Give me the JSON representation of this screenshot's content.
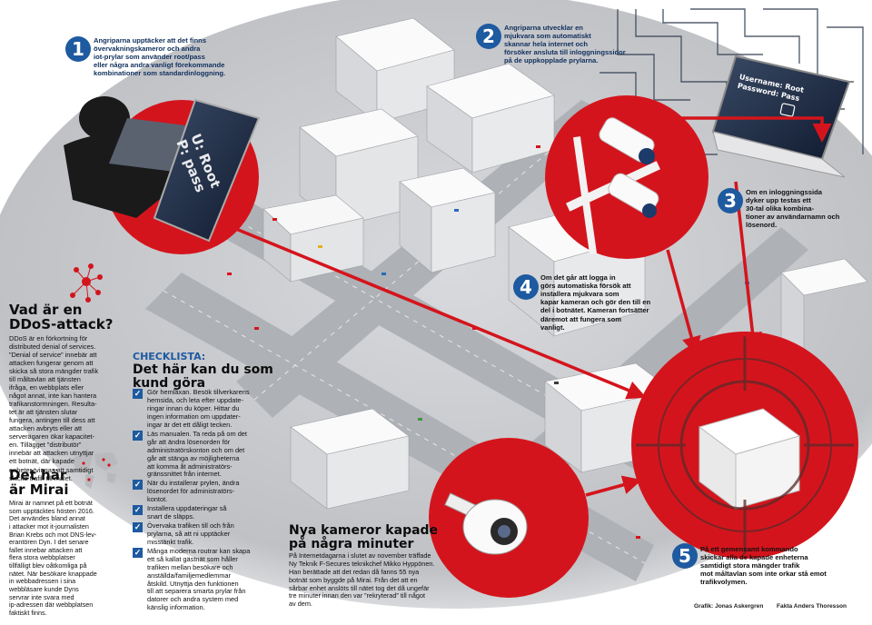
{
  "steps": [
    {
      "num": "1",
      "lines": [
        "Angriparna upptäcker att det finns",
        "övervakningskameror och andra",
        "iot-prylar som använder root/pass",
        "eller några andra vanligt förekommande",
        "kombinationer som standardinloggning."
      ]
    },
    {
      "num": "2",
      "lines": [
        "Angriparna utvecklar en",
        "mjukvara som automatiskt",
        "skannar hela internet och",
        "försöker ansluta till inloggningssidor",
        "på de uppkopplade prylarna."
      ]
    },
    {
      "num": "3",
      "lines": [
        "Om en inloggningssida",
        "dyker upp testas ett",
        "30-tal olika kombina-",
        "tioner av användarnamn och",
        "lösenord."
      ]
    },
    {
      "num": "4",
      "lines": [
        "Om det går att logga in",
        "görs automatiska försök att",
        "installera mjukvara som",
        "kapar kameran och gör den till en",
        "del i botnätet. Kameran fortsätter",
        "däremot att fungera som",
        "vanligt."
      ]
    },
    {
      "num": "5",
      "lines": [
        "På ett gemensamt kommando",
        "skickar alla de kapade enheterna",
        "samtidigt stora mängder trafik",
        "mot måltavlan som inte orkar stå emot",
        "trafikvolymen."
      ]
    }
  ],
  "laptop_screen": {
    "line1": "Username: Root",
    "line2": "Password: Pass"
  },
  "attacker_screen": {
    "line1": "U: Root",
    "line2": "P: pass"
  },
  "ddos": {
    "heading": [
      "Vad är en",
      "DDoS-attack?"
    ],
    "body": [
      "DDoS är en förkortning för",
      "distributed denial of services.",
      "”Denial of service” innebär att",
      "attacken fungerar genom att",
      "skicka så stora mängder trafik",
      "till måltavlan att tjänsten",
      "ifråga, en webbplats eller",
      "något annat, inte kan hantera",
      "trafikanstormningen. Resulta-",
      "tet är att tjänsten slutar",
      "fungera, antingen till dess att",
      "attacken avbryts eller att",
      "serverägaren ökar kapacitet-",
      "en. Tillägget ”distributör”",
      "innebär att attacken utnyttjar",
      "ett botnät, där kapade",
      "enheter tvingas att samtidigt",
      "skicka trafik till målet."
    ]
  },
  "mirai": {
    "heading": [
      "Det här",
      "är Mirai"
    ],
    "body": [
      "Mirai är namnet på ett botnät",
      "som upptäcktes hösten 2016.",
      "Det användes bland annat",
      "i attacker mot it-journalisten",
      "Brian Krebs och mot DNS-lev-",
      "erantören Dyn. I det senare",
      "fallet innebar attacken att",
      "flera stora webbplatser",
      "tillfälligt blev oåtkomliga på",
      "nätet. När besökare knappade",
      "in webbadressen i sina",
      "webbläsare kunde Dyns",
      "servrar inte svara med",
      "ip-adressen där webbplatsen",
      "faktiskt finns."
    ]
  },
  "checklist": {
    "label": "CHECKLISTA:",
    "heading": [
      "Det här kan du som",
      "kund göra"
    ],
    "items": [
      [
        "Gör hemläxan. Besök tillverkarens",
        "hemsida, och leta efter uppdate-",
        "ringar innan du köper. Hittar du",
        "ingen information om uppdater-",
        "ingar är det ett dåligt tecken."
      ],
      [
        "Läs manualen. Ta reda på om det",
        "går att ändra lösenorden för",
        "administratörskonton och om det",
        "går att stänga av möjligheterna",
        "att komma åt administratörs-",
        "gränssnittet från internet."
      ],
      [
        "När du installerar prylen, ändra",
        "lösenordet för administratörs-",
        "kontot."
      ],
      [
        "Installera uppdateringar så",
        "snart de släpps."
      ],
      [
        "Övervaka trafiken till och från",
        "prylarna, så att ni upptäcker",
        "misstänkt trafik."
      ],
      [
        "Många moderna routrar kan skapa",
        "ett så kallat gästnät som håller",
        "trafiken mellan besökare och",
        "anställda/familjemedlemmar",
        "åtskild. Utnyttja den funktionen",
        "till att separera smarta prylar från",
        "datorer och andra system med",
        "känslig information."
      ]
    ]
  },
  "article": {
    "heading": [
      "Nya kameror kapade",
      "på några minuter"
    ],
    "body": [
      "På Internetdagarna i slutet av november träffade",
      "Ny Teknik F-Secures teknikchef Mikko Hyppönen.",
      "Han berättade att det redan då fanns 55 nya",
      "botnät som byggde på Mirai. Från det att en",
      "sårbar enhet anslöts till nätet tog det då ungefär",
      "tre minuter innan den var ”rekryterad” till något",
      "av dem."
    ]
  },
  "credits": {
    "graphic": "Grafik: Jonas Askergren",
    "facts": "Fakta Anders Thoresson"
  },
  "colors": {
    "accent_red": "#d4141c",
    "step_blue": "#1e5aa0",
    "city_gray": "#c9cbcf",
    "street": "#a6a9ae",
    "building": "#f3f3f4"
  }
}
